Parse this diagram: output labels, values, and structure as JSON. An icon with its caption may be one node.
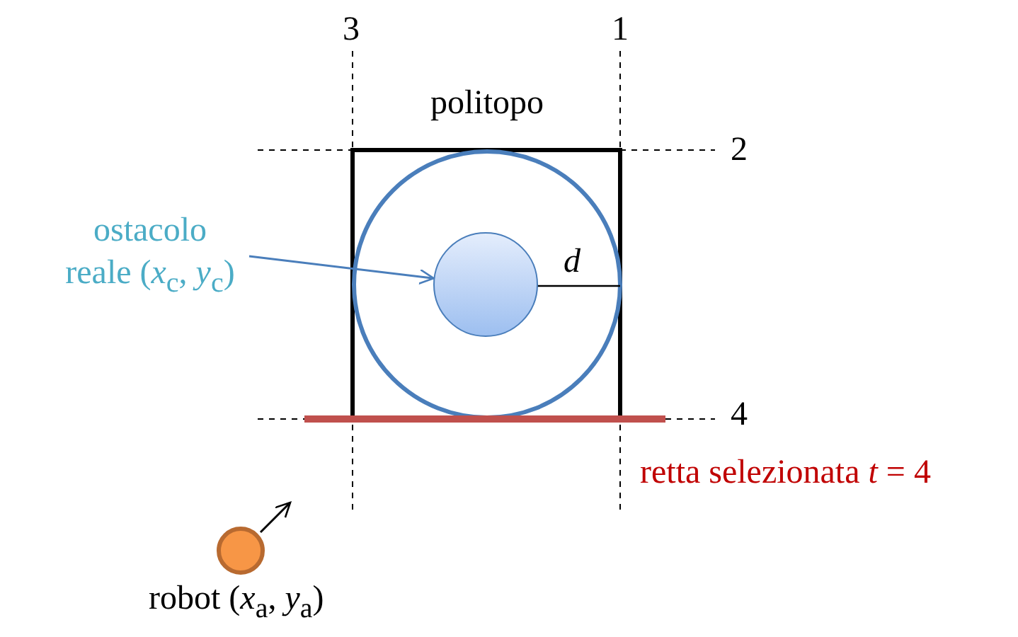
{
  "diagram": {
    "nodes": [
      {
        "text": [
          "ostacolo reale (*x*$_{c}$, *y*$_{c}$)"
        ]
      },
      {
        "text": [],
        "shape": "circle"
      },
      {
        "text": [],
        "shape": "circle",
        "beside": [
          "robot (*x*$_{a}$, *y*$_{a}$)"
        ]
      }
    ],
    "edges": [
      {
        "from": 0,
        "to": 1,
        "arrow": "to"
      }
    ],
    "labels": [
      "3",
      "1",
      "politopo",
      "2",
      "*d*",
      "4",
      "retta selezionata *t* = 4"
    ]
  }
}
